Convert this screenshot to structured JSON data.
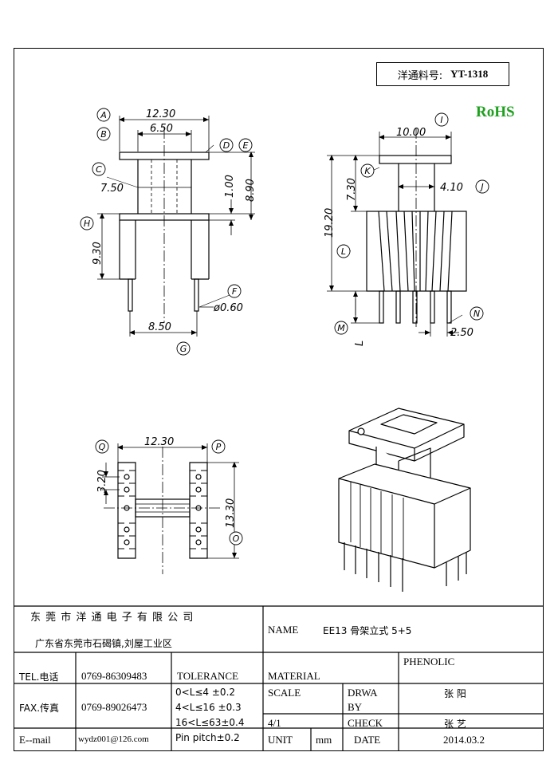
{
  "header": {
    "part_label": "洋通料号:",
    "part_number": "YT-1318",
    "rohs": "RoHS"
  },
  "front_view": {
    "dims": {
      "a": "12.30",
      "b": "6.50",
      "c": "7.50",
      "d_height": "1.00",
      "e_height": "8.90",
      "h_height": "9.30",
      "f_dia": "ø0.60",
      "g_width": "8.50"
    },
    "labels": [
      "A",
      "B",
      "C",
      "D",
      "E",
      "F",
      "G",
      "H"
    ]
  },
  "side_view": {
    "dims": {
      "i": "10.00",
      "k": "7.30",
      "j": "4.10",
      "l": "19.20",
      "n": "2.50",
      "len": "L"
    },
    "labels": [
      "I",
      "J",
      "K",
      "L",
      "M",
      "N"
    ]
  },
  "bottom_view": {
    "dims": {
      "p": "12.30",
      "q": "3.20",
      "o": "13.30"
    },
    "labels": [
      "Q",
      "P",
      "O"
    ]
  },
  "title_block": {
    "company": "东 莞 市 洋 通 电 子 有 限 公 司",
    "address": "广东省东莞市石碣镇,刘屋工业区",
    "name_label": "NAME",
    "name_value": "EE13 骨架立式 5+5",
    "tel_label": "TEL.电话",
    "tel_value": "0769-86309483",
    "fax_label": "FAX.传真",
    "fax_value": "0769-89026473",
    "email_label": "E--mail",
    "email_value": "wydz001@126.com",
    "tolerance_label": "TOLERANCE",
    "tolerances": [
      "0<L≤4   ±0.2",
      "4<L≤16  ±0.3",
      "16<L≤63±0.4",
      "Pin pitch±0.2"
    ],
    "material_label": "MATERIAL",
    "material_value": "PHENOLIC",
    "scale_label": "SCALE",
    "scale_value": "4/1",
    "drwa_label": "DRWA",
    "by_label": "BY",
    "drawn_by": "张 阳",
    "check_label": "CHECK",
    "checked_by": "张 艺",
    "unit_label": "UNIT",
    "unit_value": "mm",
    "date_label": "DATE",
    "date_value": "2014.03.2"
  }
}
